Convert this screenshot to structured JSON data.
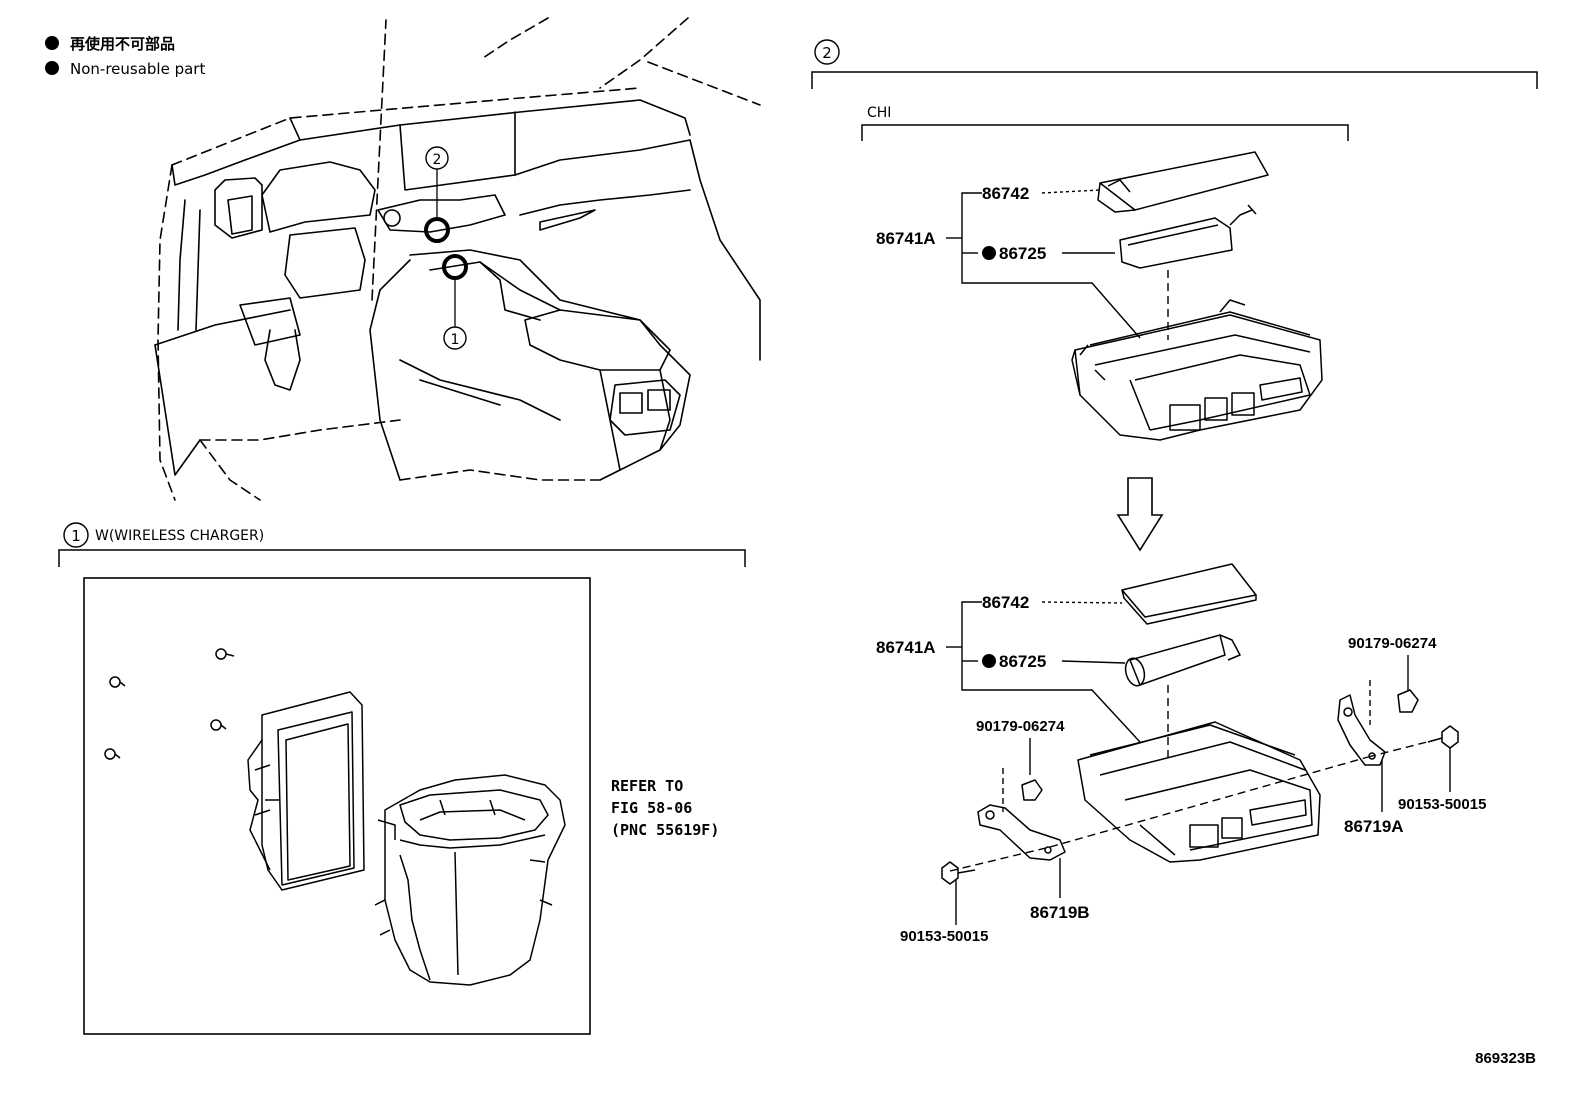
{
  "legend": {
    "jp": "再使用不可部品",
    "en": "Non-reusable part"
  },
  "callouts": {
    "c1": "1",
    "c2": "2"
  },
  "section1": {
    "number": "1",
    "title": "W(WIRELESS CHARGER)",
    "refer": [
      "REFER TO",
      "FIG 58-06",
      "(PNC 55619F)"
    ]
  },
  "section2": {
    "number": "2",
    "sub_label": "CHI"
  },
  "parts_top": {
    "p86742": "86742",
    "p86741A": "86741A",
    "p86725": "86725"
  },
  "parts_bottom": {
    "p86742": "86742",
    "p86741A": "86741A",
    "p86725": "86725",
    "p90179_l": "90179-06274",
    "p90179_r": "90179-06274",
    "p90153_l": "90153-50015",
    "p90153_r": "90153-50015",
    "p86719A": "86719A",
    "p86719B": "86719B"
  },
  "figure_id": "869323B"
}
